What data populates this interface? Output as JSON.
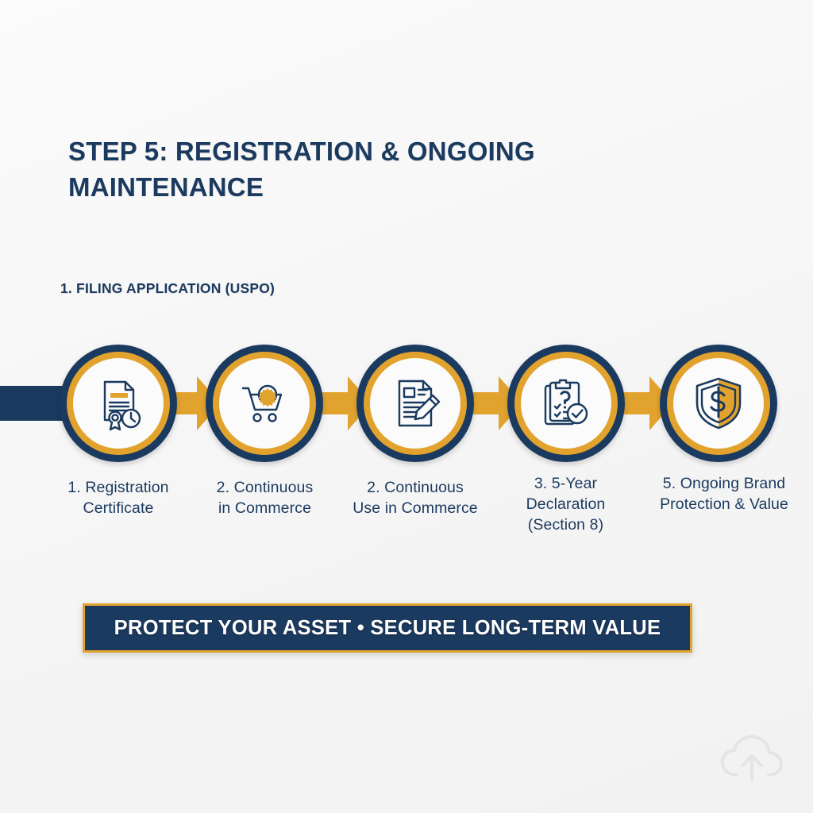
{
  "theme": {
    "navy": "#1b3a5f",
    "gold": "#e2a32e",
    "background": "#f7f7f7",
    "white": "#ffffff"
  },
  "header": {
    "title": "STEP 5: REGISTRATION & ONGOING MAINTENANCE"
  },
  "section": {
    "label": "1. FILING APPLICATION (USPO)"
  },
  "flow": {
    "steps": [
      {
        "icon": "certificate-clock-icon",
        "caption_line1": "1. Registration",
        "caption_line2": "Certificate",
        "caption_line3": ""
      },
      {
        "icon": "shopping-cart-badge-icon",
        "caption_line1": "2. Continuous",
        "caption_line2": "in Commerce",
        "caption_line3": ""
      },
      {
        "icon": "document-pencil-icon",
        "caption_line1": "2. Continuous",
        "caption_line2": "Use in Commerce",
        "caption_line3": ""
      },
      {
        "icon": "clipboard-question-check-icon",
        "caption_line1": "3. 5-Year",
        "caption_line2": "Declaration",
        "caption_line3": "(Section 8)"
      },
      {
        "icon": "shield-dollar-icon",
        "caption_line1": "5. Ongoing Brand",
        "caption_line2": "Protection & Value",
        "caption_line3": ""
      }
    ],
    "arrow_icon": "arrow-right-icon",
    "connector_icon": "flow-rail"
  },
  "banner": {
    "text": "PROTECT YOUR ASSET • SECURE LONG-TERM VALUE"
  },
  "watermark": {
    "icon": "cloud-upload-icon"
  }
}
